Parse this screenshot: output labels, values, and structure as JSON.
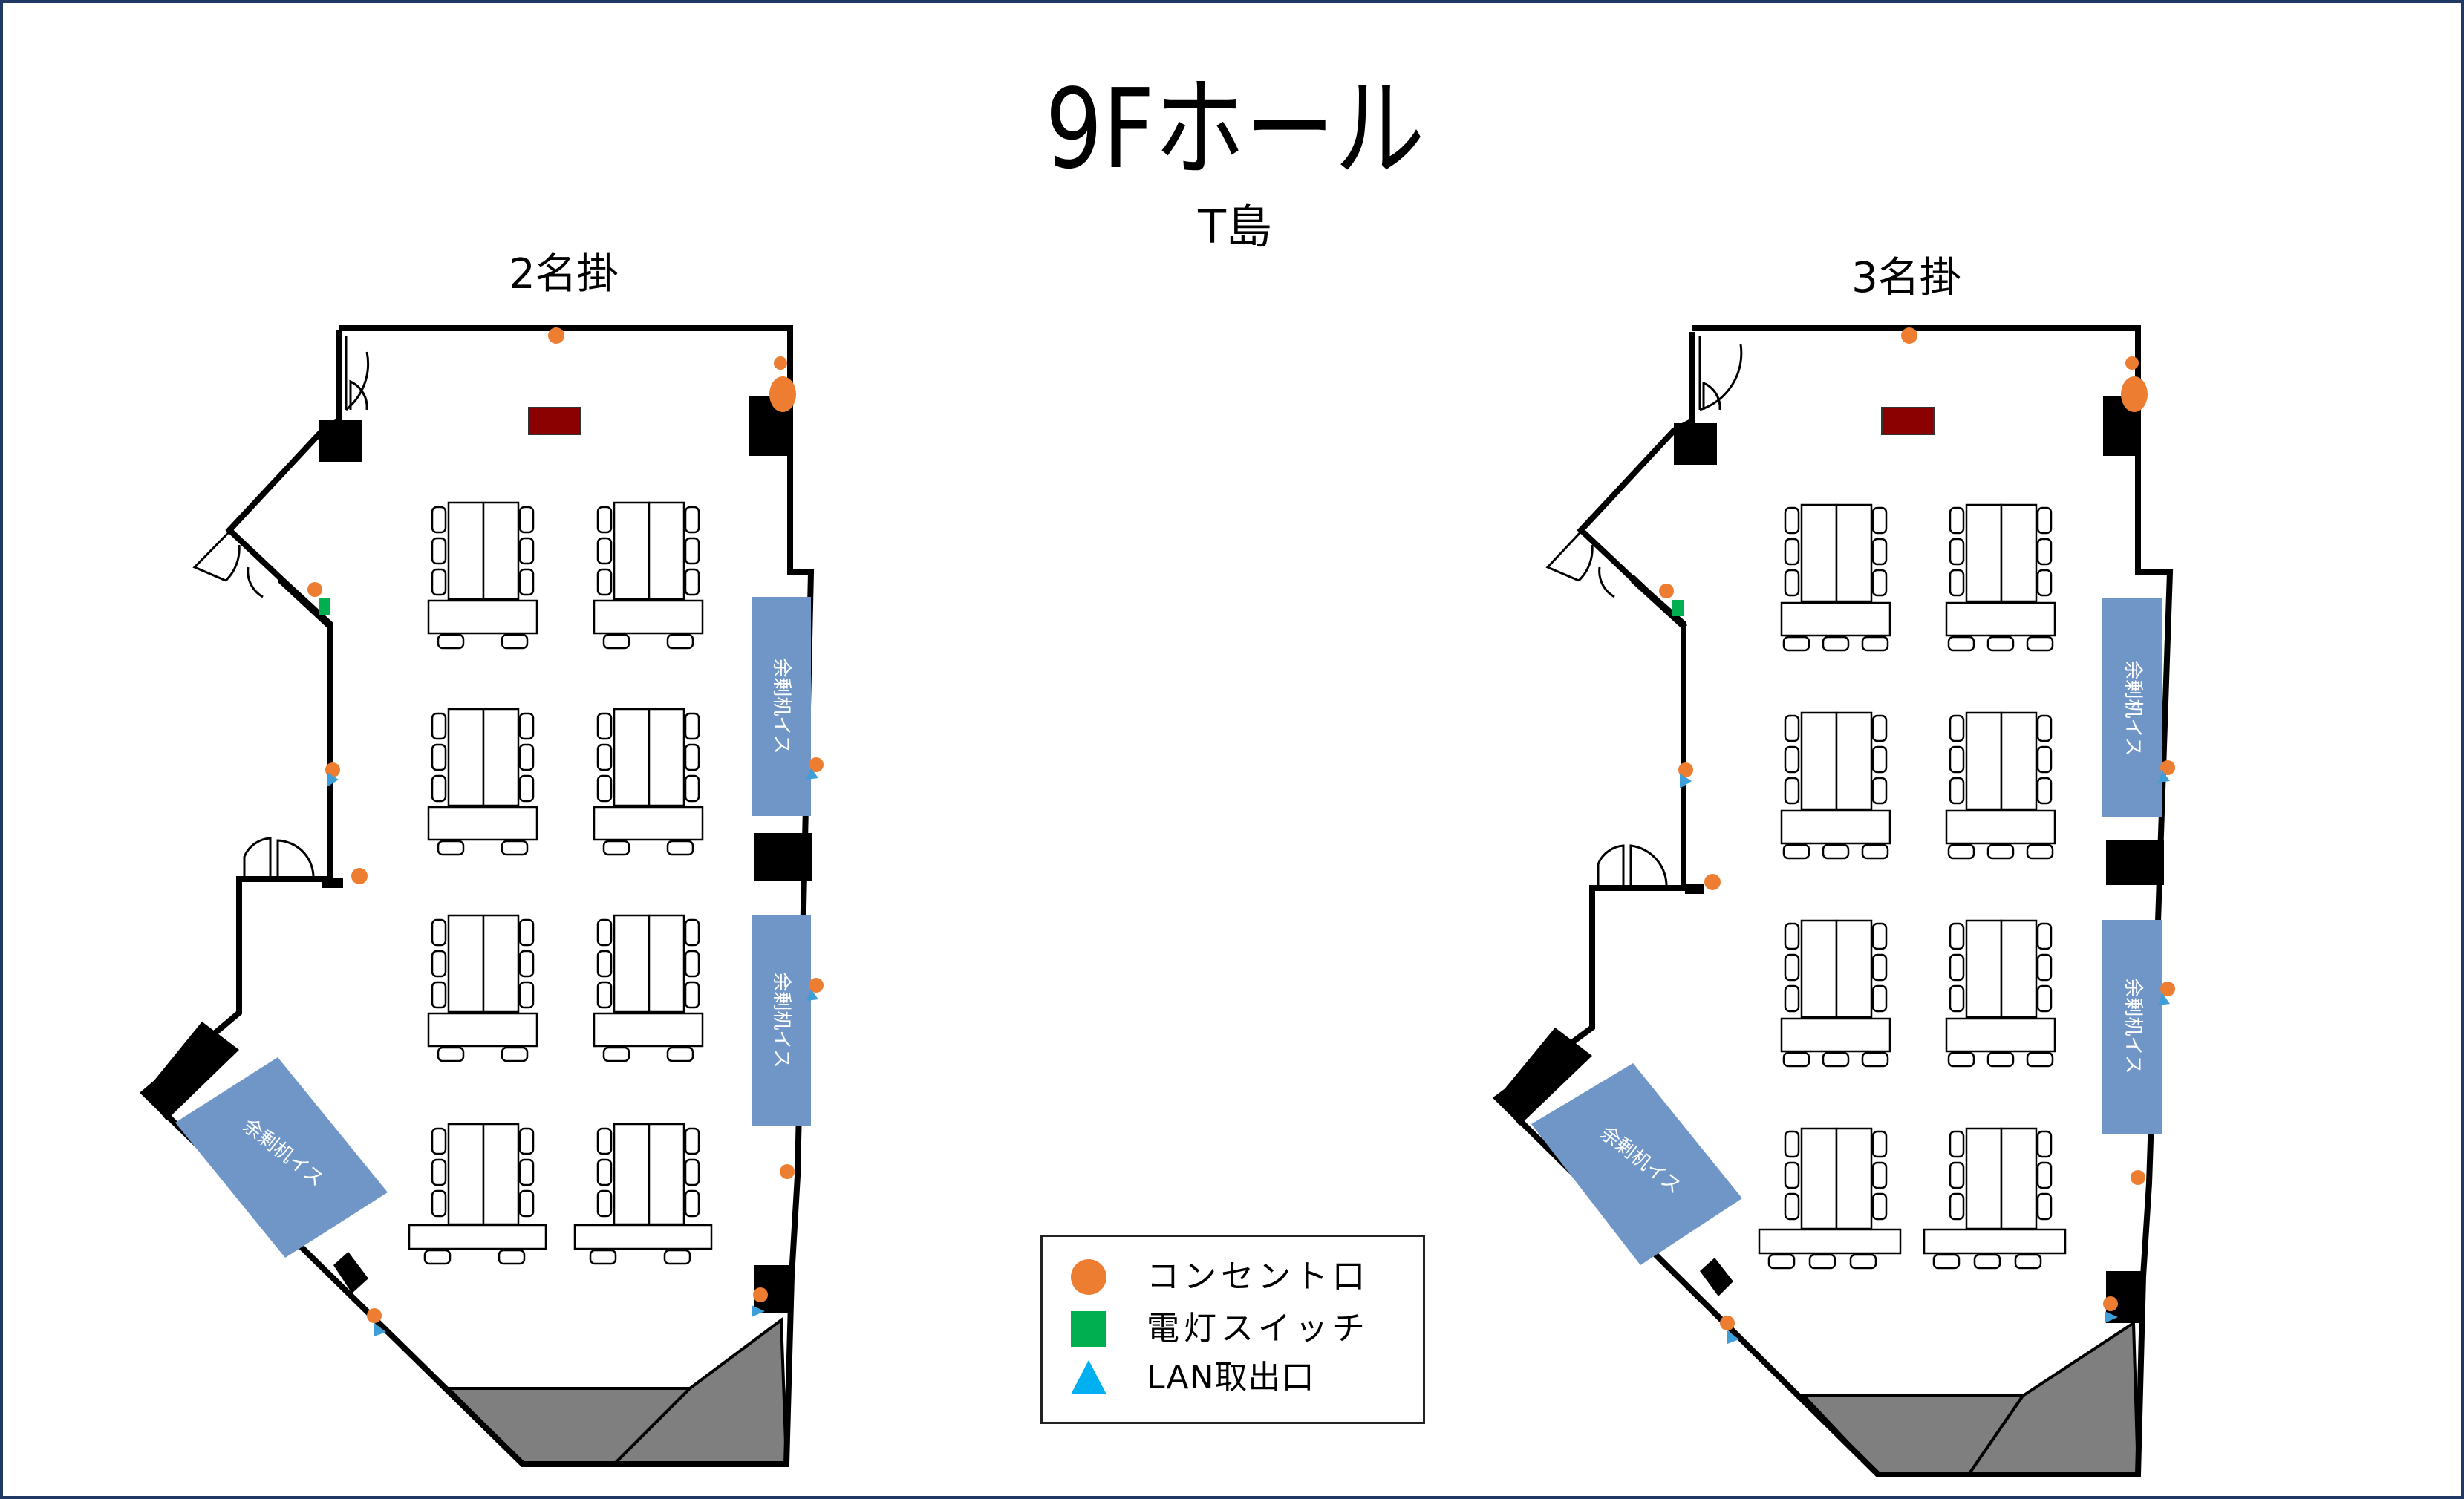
{
  "title": "9Fホール",
  "subtitle": "T島",
  "layouts": [
    {
      "label": "2名掛"
    },
    {
      "label": "3名掛"
    }
  ],
  "storage_label": "余剰机イス",
  "legend": {
    "items": [
      {
        "symbol": "orange-circle",
        "label": "コンセント口"
      },
      {
        "symbol": "green-square",
        "label": "電灯スイッチ"
      },
      {
        "symbol": "blue-triangle",
        "label": "LAN取出口"
      }
    ]
  },
  "colors": {
    "outlet": "#ed7d31",
    "switch": "#00b050",
    "lan": "#00b0f0",
    "storage": "#7096c8",
    "screen": "#8b0000",
    "column": "#000000",
    "hatched_area": "#7f7f7f",
    "frame_border": "#1f3864"
  }
}
